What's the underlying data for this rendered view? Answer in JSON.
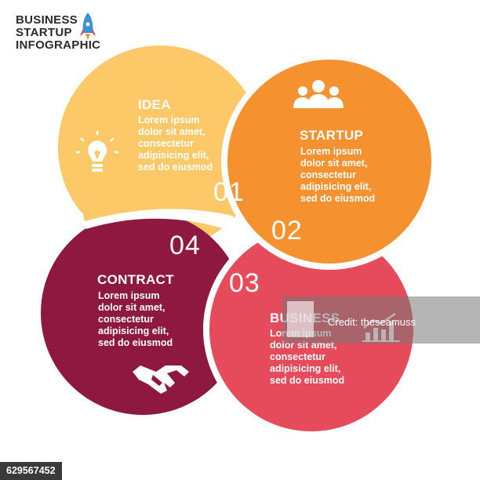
{
  "header": {
    "line1": "BUSINESS",
    "line2": "STARTUP",
    "line3": "INFOGRAPHIC",
    "icon": "rocket-icon"
  },
  "steps": [
    {
      "number": "01",
      "title": "IDEA",
      "color": "#FDC867",
      "icon": "lightbulb-icon",
      "lines": [
        "Lorem ipsum",
        "dolor sit amet,",
        "consectetur",
        "adipisicing elit,",
        "sed do eiusmod"
      ]
    },
    {
      "number": "02",
      "title": "STARTUP",
      "color": "#F5922F",
      "icon": "team-icon",
      "lines": [
        "Lorem ipsum",
        "dolor sit amet,",
        "consectetur",
        "adipisicing elit,",
        "sed do eiusmod"
      ]
    },
    {
      "number": "03",
      "title": "BUSINESS",
      "color": "#E54B5A",
      "icon": "growth-chart-icon",
      "lines": [
        "Lorem ipsum",
        "dolor sit amet,",
        "consectetur",
        "adipisicing elit,",
        "sed do eiusmod"
      ]
    },
    {
      "number": "04",
      "title": "CONTRACT",
      "color": "#8E1840",
      "icon": "handshake-icon",
      "lines": [
        "Lorem ipsum",
        "dolor sit amet,",
        "consectetur",
        "adipisicing elit,",
        "sed do eiusmod"
      ]
    }
  ],
  "watermark": {
    "text": "Credit: theseamuss"
  },
  "stock_id": "629567452"
}
